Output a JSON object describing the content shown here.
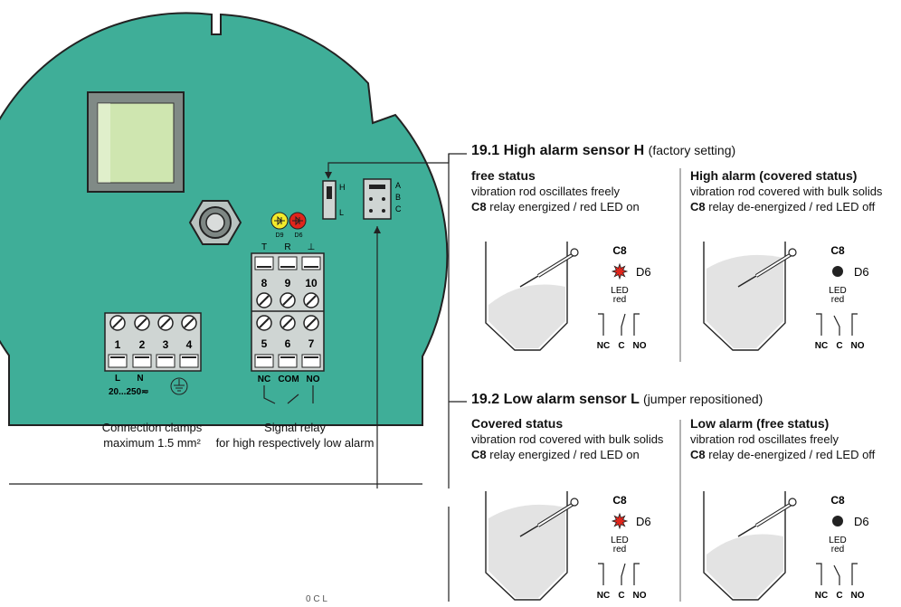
{
  "colors": {
    "board_green": "#3fae98",
    "outline": "#222222",
    "led_red": "#e0251c",
    "led_yellow": "#f2ea2a",
    "display_face": "#cfe6b0",
    "tank_fill": "#e3e3e3"
  },
  "board": {
    "leds": [
      "D9",
      "D6"
    ],
    "relay_top_labels": [
      "T",
      "R",
      "⊥"
    ],
    "relay_upper_numbers": [
      "8",
      "9",
      "10"
    ],
    "relay_lower_numbers": [
      "5",
      "6",
      "7"
    ],
    "relay_bottom_labels": [
      "NC",
      "COM",
      "NO"
    ],
    "power_numbers": [
      "1",
      "2",
      "3",
      "4"
    ],
    "power_bottom_labels": [
      "L",
      "N"
    ],
    "power_range": "20...250≂",
    "jumper_hl": [
      "H",
      "L"
    ],
    "jumper_abc": [
      "A",
      "B",
      "C"
    ]
  },
  "captions": {
    "clamps_line1": "Connection clamps",
    "clamps_line2": "maximum 1.5 mm²",
    "relay_line1": "Signal relay",
    "relay_line2": "for high respectively low alarm",
    "bottom_fragment": "0 C L "
  },
  "sections": [
    {
      "number": "19.1",
      "title": "High alarm sensor",
      "letter": "H",
      "note": "(factory setting)",
      "panels": [
        {
          "heading": "free status",
          "desc": "vibration rod oscillates freely",
          "c8_label": "C8",
          "relay_text": "relay energized / red LED on",
          "led_on": true
        },
        {
          "heading": "High alarm  (covered status)",
          "desc": "vibration rod covered with bulk solids",
          "c8_label": "C8",
          "relay_text": "relay de-energized / red LED off",
          "led_on": false
        }
      ]
    },
    {
      "number": "19.2",
      "title": "Low alarm sensor",
      "letter": "L",
      "note": "(jumper repositioned)",
      "panels": [
        {
          "heading": "Covered status",
          "desc": "vibration rod covered with bulk solids",
          "c8_label": "C8",
          "relay_text": "relay energized / red LED on",
          "led_on": true
        },
        {
          "heading": "Low alarm  (free status)",
          "desc": "vibration rod oscillates freely",
          "c8_label": "C8",
          "relay_text": "relay de-energized / red LED off",
          "led_on": false
        }
      ]
    }
  ],
  "diagram_labels": {
    "c8": "C8",
    "d6": "D6",
    "led_line1": "LED",
    "led_line2": "red",
    "nc": "NC",
    "c": "C",
    "no": "NO"
  }
}
